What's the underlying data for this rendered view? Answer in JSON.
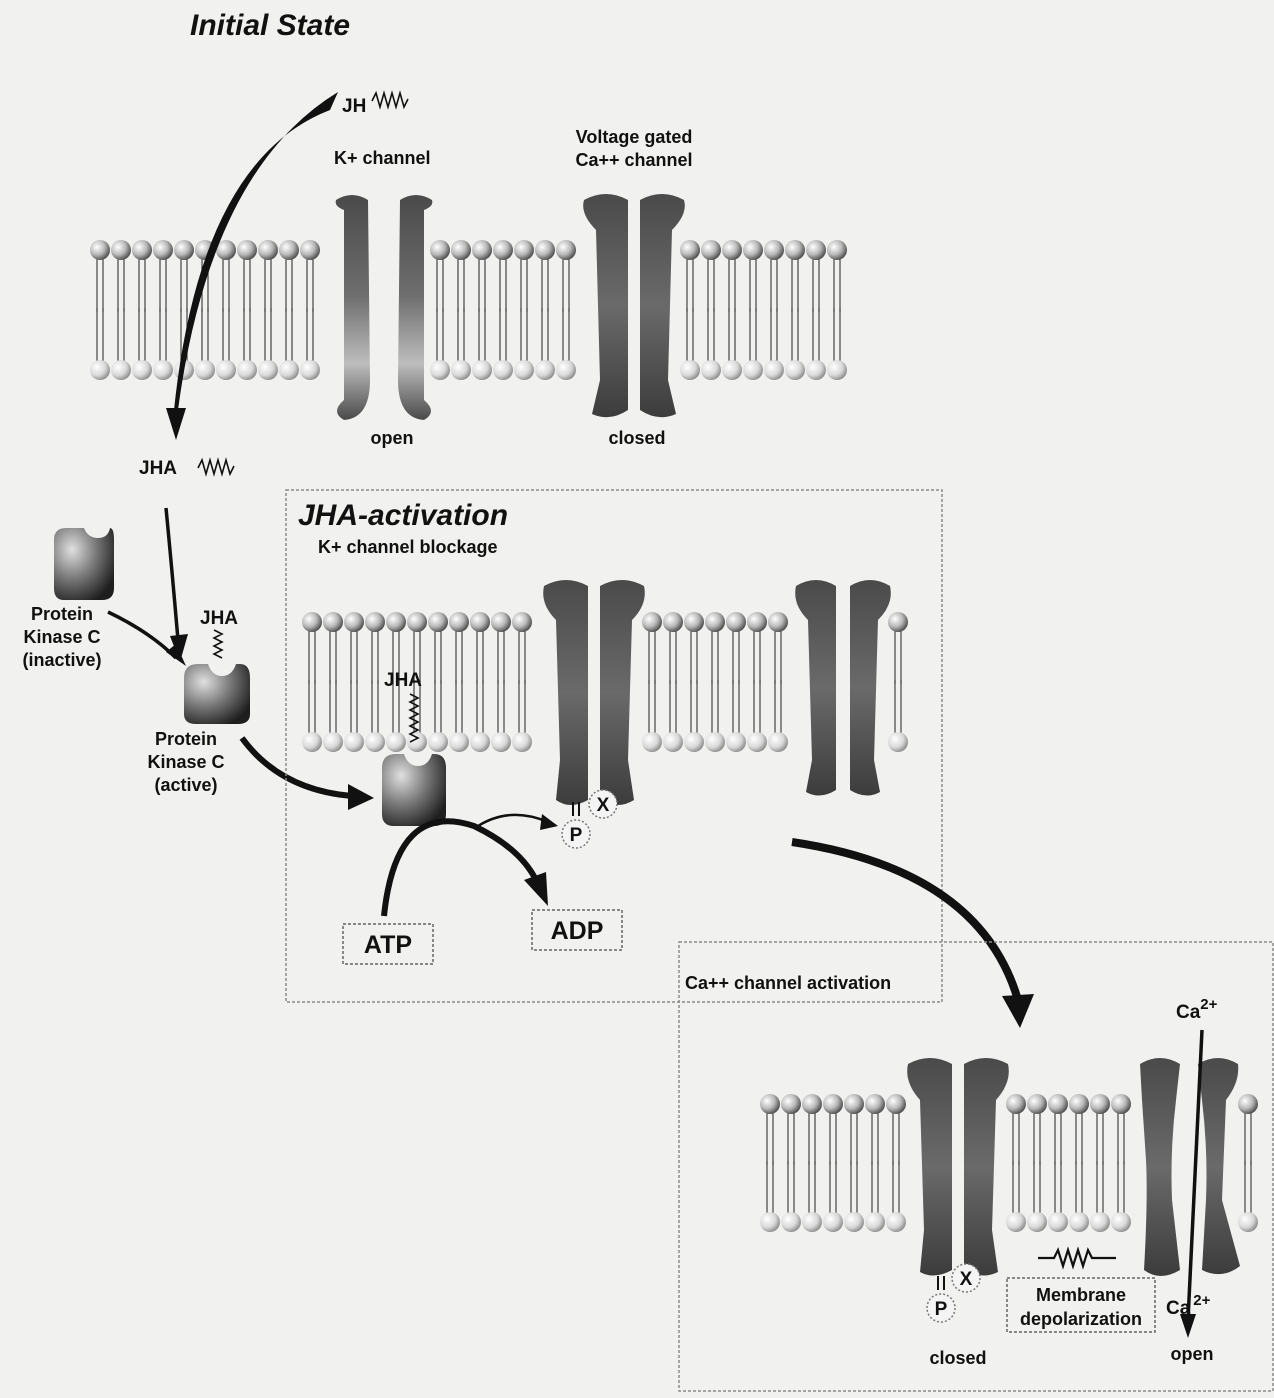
{
  "headings": {
    "initial_state": "Initial State",
    "jha_activation": "JHA-activation"
  },
  "initial": {
    "jh_label": "JH",
    "k_channel": "K+ channel",
    "ca_channel_line1": "Voltage gated",
    "ca_channel_line2": "Ca++ channel",
    "k_state": "open",
    "ca_state": "closed"
  },
  "pathway": {
    "jha_label": "JHA",
    "pkc_inactive": [
      "Protein",
      "Kinase C",
      "(inactive)"
    ],
    "pkc_active": [
      "Protein",
      "Kinase C",
      "(active)"
    ],
    "jha_on_pkc": "JHA"
  },
  "activation": {
    "subtitle": "K+ channel blockage",
    "jha_label": "JHA",
    "atp": "ATP",
    "adp": "ADP",
    "p_label": "P",
    "x_label": "X"
  },
  "ca_activation": {
    "title": "Ca++ channel activation",
    "ca_top": "Ca",
    "ca_top_sup": "2+",
    "ca_bottom": "Ca",
    "ca_bottom_sup": "2+",
    "depol_line1": "Membrane",
    "depol_line2": "depolarization",
    "k_state": "closed",
    "ca_state": "open",
    "p_label": "P",
    "x_label": "X"
  }
}
